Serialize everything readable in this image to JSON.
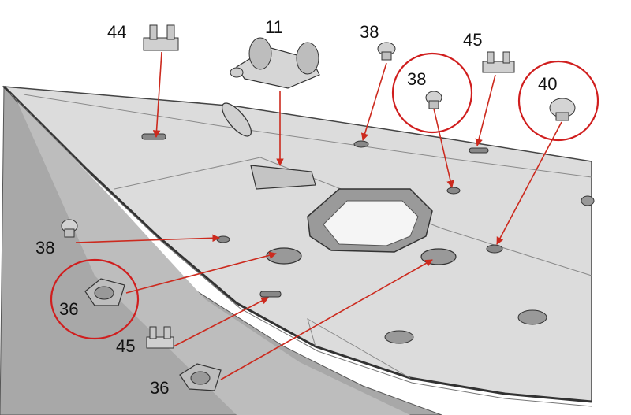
{
  "labels": {
    "winch": "11",
    "bitt_bracket": "44",
    "bollard_top": "38",
    "bollard_circled": "38",
    "bollard_left": "38",
    "cleat_top": "45",
    "mushroom_vent": "40",
    "hatch_left": "36",
    "cleat_bottom": "45",
    "hatch_bottom": "36"
  },
  "colors": {
    "leader": "#cc2a1e",
    "highlight": "#d01e1e",
    "hull": "#cfcfcf",
    "deck": "#d8d8d8"
  }
}
